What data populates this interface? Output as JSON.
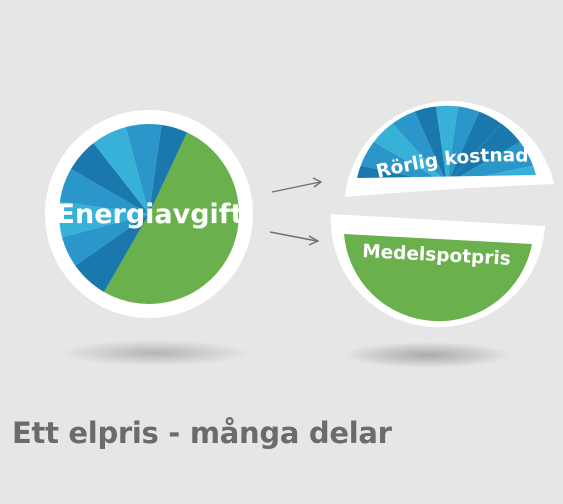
{
  "caption": "Ett elpris - många delar",
  "pie": {
    "label": "Energiavgift",
    "parts": [
      "Rörlig kostnad",
      "Medelspotpris"
    ]
  },
  "split": {
    "top_label": "Rörlig kostnad",
    "bottom_label": "Medelspotpris"
  },
  "colors": {
    "green": "#6ab04c",
    "blue_dark": "#1b78ad",
    "blue_mid": "#2a96c9",
    "blue_light": "#38b1d9",
    "text": "#6b6b6b",
    "arrow": "#6f6f6f"
  },
  "icons": [
    "arrow-right-icon",
    "arrow-right-icon"
  ]
}
